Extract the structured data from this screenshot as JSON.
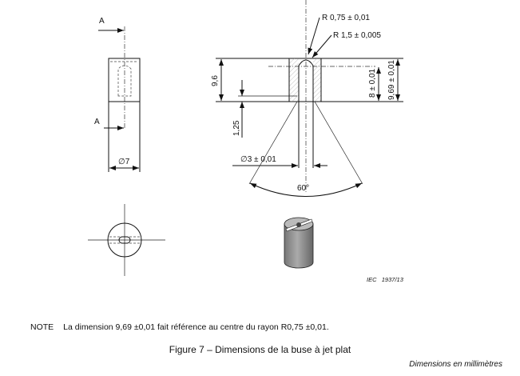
{
  "drawing": {
    "section_label_top": "A",
    "section_label_bottom": "A",
    "diameter_outer": "∅7",
    "radius_small": "R 0,75 ± 0,01",
    "radius_large": "R 1,5 ± 0,005",
    "height_total": "9,6",
    "depth_step": "1,25",
    "height_bore": "8 ± 0,01",
    "height_center": "9,69 ± 0,01",
    "diameter_bore": "∅3 ± 0,01",
    "angle": "60°",
    "reference": "IEC   1937/13"
  },
  "note": {
    "label": "NOTE",
    "text": "La dimension 9,69 ±0,01 fait référence au centre du rayon R0,75 ±0,01."
  },
  "caption": "Figure 7 – Dimensions de la buse à jet plat",
  "units": "Dimensions en millimètres"
}
